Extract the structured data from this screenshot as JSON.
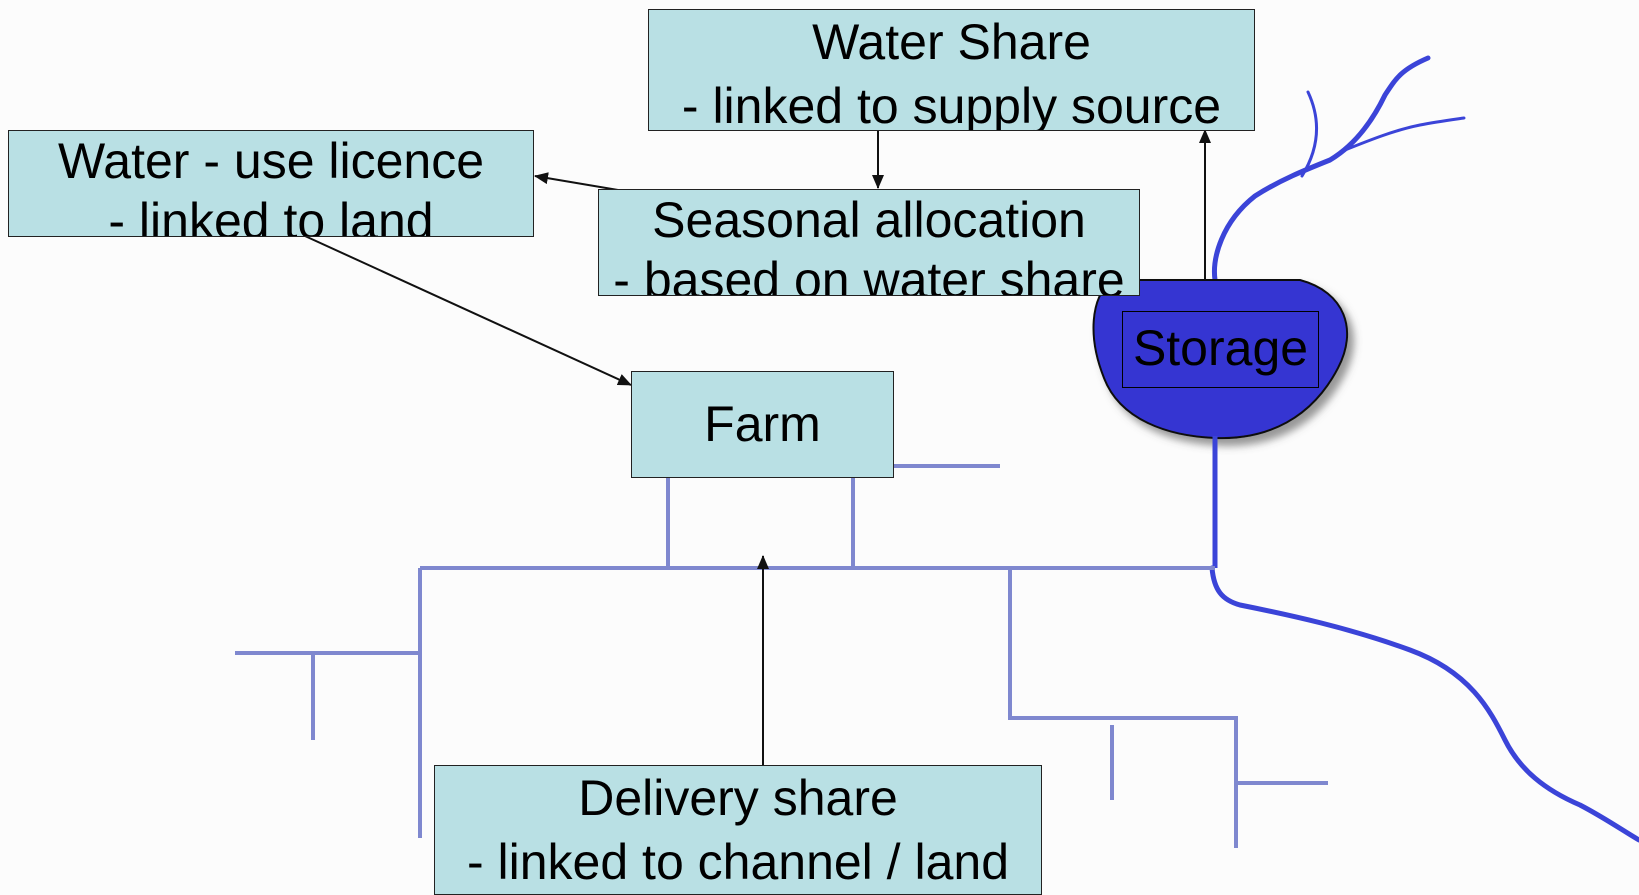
{
  "diagram": {
    "nodes": {
      "water_share": {
        "line1": "Water Share",
        "line2": "- linked to supply source"
      },
      "water_use_licence": {
        "line1": "Water - use licence",
        "line2": "- linked to land"
      },
      "seasonal_allocation": {
        "line1": "Seasonal allocation",
        "line2": "- based on water share"
      },
      "farm": {
        "label": "Farm"
      },
      "storage": {
        "label": "Storage"
      },
      "delivery_share": {
        "line1": "Delivery share",
        "line2": "- linked to channel / land"
      }
    },
    "edges": [
      {
        "from": "storage",
        "to": "water_share"
      },
      {
        "from": "water_share",
        "to": "seasonal_allocation"
      },
      {
        "from": "seasonal_allocation",
        "to": "water_use_licence"
      },
      {
        "from": "water_use_licence",
        "to": "farm"
      },
      {
        "from": "delivery_share",
        "to": "channel_network"
      }
    ],
    "colors": {
      "box_fill": "#b9e0e4",
      "box_border": "#222222",
      "channel": "#7f88cf",
      "river": "#3b44d8",
      "storage_fill": "#3434d2",
      "arrow": "#111111"
    }
  }
}
